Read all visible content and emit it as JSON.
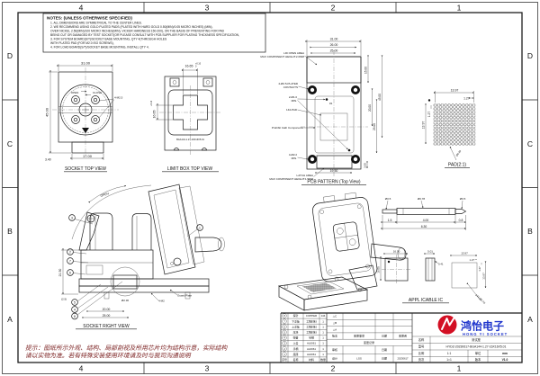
{
  "zones": {
    "cols": [
      "4",
      "3",
      "2",
      "1"
    ],
    "rows": [
      "D",
      "C",
      "B",
      "A"
    ]
  },
  "notes": {
    "title": "NOTES: (UNLESS OTHERWISE SPECIFIED)",
    "lines": [
      "1. ALL DIMENSIONS ARE SYMMETRICAL TO THE CENTER LINES.",
      "2. WE RECOMMEND USING GOLD PLATED PADS (PLATED WITH HARD GOLD 0.50(MIN)/0.05 MICRO INCHES) (MIN),",
      "OVER NICKEL 2.50(MIN)/100 MICRO INCHES(MIN), VICKER HARDNESS 150-200), ON THE BASIS OF PREVENTING FOR PAD",
      "BEING CUT OR DAMAGED BY TEST SOCKET(OR PLEASE CONSULT WITH PCB SUPPLIER FOR PLATING THICKNESS SPECIFICATION,",
      "3. FOR SYSTEM BOARD(S/T)/SOCKET BASE MOUNTING, QTY 4(THROUGH HOLES",
      "WITH PLATED PAD (FOR M2.0 ISO SCREWS),",
      "4. FOR LOAD BOARD(S/T)/SOCKET BASE MOUNTING, INSTALL QTY 4."
    ]
  },
  "socket_top": {
    "label": "SOCKET TOP VIEW",
    "dim_width": "31.00",
    "dim_height": "45.00",
    "dim_tab": "17.00",
    "dim_tab_h": "3.40",
    "open_label": "OPEN",
    "close_label": "CLOSE",
    "screw_note": "4-M2.5"
  },
  "limit_box": {
    "label": "LIMIT BOX  TOP VIEW",
    "dim_w": "16.65",
    "dim_h": "16.65",
    "tol_plus": "+0.10",
    "tol_minus": "0",
    "part_no": "BGA144-1.27-16X16X5.01"
  },
  "pcb": {
    "label": "PCB PATTERN (Top View)",
    "d31": "31.00",
    "d26": "26.00",
    "d25": "25.00",
    "d15": "15.00",
    "d20": "20.00",
    "d29": "29.00",
    "d45": "45.00",
    "d3": "3.00",
    "d195": "19.50",
    "a1": "#1",
    "c_lid1": "LID OPEN AREA",
    "c_lid2": "MAX COMPONENT HEIGHT:2.0MM",
    "c_holes1": "4-Ø2.5-PLATED",
    "c_holes2": "CONTACTS",
    "c_pins1": "2-Ø1.0",
    "c_pins2": "MIN.",
    "c_pads": "144-PAD",
    "c_prohibit": "Prohibit Cath Components",
    "c_vents1": "4-Ø2.2",
    "c_vents2": "MIN.",
    "c_latch1": "LATCH AREA",
    "c_latch2": "MAX COMPONENT HEIGHT:1.5MM"
  },
  "pad_view": {
    "label": "PAD(2:1)",
    "dim_h": "13.97",
    "pitch_h": "1.27",
    "dim_v": "13.97",
    "pitch_v": "1.27",
    "note": "Ø0.60"
  },
  "socket_right": {
    "label": "SOCKET RIGHT VIEW",
    "open_label": "OPEN",
    "dim_h": "21.50",
    "d25p": "(2.5)",
    "d20": "20.00",
    "d25": "25.00",
    "guard": "Guard Plate",
    "screw": "4-M2",
    "probe_note": "Ø2.30",
    "balloons": [
      "3",
      "2",
      "7",
      "6",
      "5",
      "4",
      "8",
      "1"
    ]
  },
  "probe": {
    "d1": "Ø0.5",
    "d2": "Ø0.78",
    "d3": "Ø0.5",
    "l1": "1.5",
    "l2": "4.00",
    "l3": "0.8",
    "total": "6.30"
  },
  "ic": {
    "label": "APPL ICABLE IC",
    "w": "16.00",
    "h": "16.00",
    "t": "5.01",
    "ballh": "0.41",
    "grid": "13.97",
    "pitch": "1.27",
    "grid_v": "13.97",
    "pitch_v": "1.27",
    "note": "144-Ø0.76"
  },
  "parts": {
    "header": [
      "序号",
      "名称",
      "材料",
      "数量"
    ],
    "rows": [
      [
        "8",
        "探针",
        "COPPER",
        "144"
      ],
      [
        "7",
        "下浮板",
        "工程材料",
        "1"
      ],
      [
        "6",
        "上浮板",
        "工程材料",
        "1"
      ],
      [
        "5",
        "压块",
        "工程材料",
        "1"
      ],
      [
        "4",
        "弹簧",
        "琴钢",
        "1"
      ],
      [
        "3",
        "上盖",
        "AL6061",
        "1"
      ],
      [
        "2",
        "手柄",
        "AL6061",
        "1"
      ],
      [
        "1",
        "底座",
        "AL6061",
        "1"
      ]
    ]
  },
  "rev": {
    "m": [
      "△C",
      "△B",
      "△A"
    ],
    "h": [
      "版本",
      "变更事项",
      "日期",
      "变更者"
    ],
    "record": "变更记录",
    "check": "审核",
    "date_label": "日期",
    "design": "设计",
    "designer": "LSS",
    "date": "20230617"
  },
  "brand": {
    "cn": "鸿怡电子",
    "en": "HONG YI SOCKET"
  },
  "info": {
    "name_label": "名称",
    "name": "测试座",
    "model_label": "型号",
    "model": "HYDZ-20230617-BGA144-1.27-16X16X5.01",
    "scale_label": "比例",
    "scale": "1:1",
    "unit_label": "单位",
    "unit": "mm",
    "page_label": "页次",
    "page": "1=1",
    "ver_label": "版本",
    "ver": "V1.0"
  },
  "footer": {
    "l1": "提示：图纸所示外观、结构、局部剖视及所用芯片均为结构示意，实际结构",
    "l2": "请以实物为准。若有特殊安装使用环境请及时与我司沟通说明"
  }
}
